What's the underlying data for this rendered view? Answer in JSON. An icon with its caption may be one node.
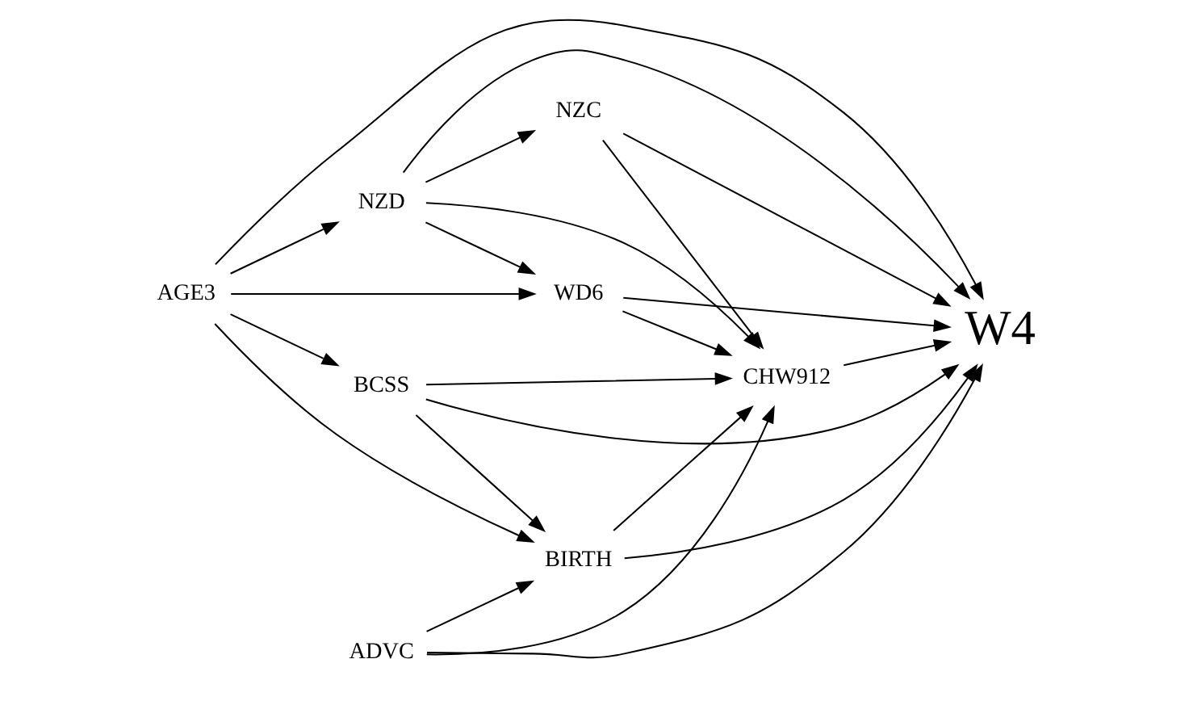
{
  "diagram": {
    "nodes": [
      {
        "text": [
          "NZC"
        ]
      },
      {
        "text": [
          "NZD"
        ]
      },
      {
        "text": [
          "CHW912"
        ]
      },
      {
        "text": [
          "ADVC"
        ]
      },
      {
        "text": [
          "W4"
        ]
      },
      {
        "text": [
          "WD6"
        ]
      },
      {
        "text": [
          "AGE3"
        ]
      },
      {
        "text": [
          "BCSS"
        ]
      },
      {
        "text": [
          "BIRTH"
        ]
      }
    ],
    "edges": [
      {
        "from": 1,
        "to": 0,
        "arrow": "to"
      },
      {
        "from": 0,
        "to": 2,
        "arrow": "to"
      },
      {
        "from": 0,
        "to": 4,
        "arrow": "to"
      },
      {
        "from": 1,
        "to": 2,
        "arrow": "to"
      },
      {
        "from": 1,
        "to": 5,
        "arrow": "to"
      },
      {
        "from": 1,
        "to": 4,
        "arrow": "to"
      },
      {
        "from": 6,
        "to": 1,
        "arrow": "to"
      },
      {
        "from": 6,
        "to": 5,
        "arrow": "to"
      },
      {
        "from": 6,
        "to": 4,
        "arrow": "to"
      },
      {
        "from": 6,
        "to": 7,
        "arrow": "to"
      },
      {
        "from": 6,
        "to": 8,
        "arrow": "to"
      },
      {
        "from": 3,
        "to": 2,
        "arrow": "to"
      },
      {
        "from": 3,
        "to": 4,
        "arrow": "to"
      },
      {
        "from": 3,
        "to": 8,
        "arrow": "to"
      },
      {
        "from": 5,
        "to": 2,
        "arrow": "to"
      },
      {
        "from": 5,
        "to": 4,
        "arrow": "to"
      },
      {
        "from": 7,
        "to": 2,
        "arrow": "to"
      },
      {
        "from": 7,
        "to": 4,
        "arrow": "to"
      },
      {
        "from": 7,
        "to": 8,
        "arrow": "to"
      },
      {
        "from": 8,
        "to": 2,
        "arrow": "to"
      },
      {
        "from": 8,
        "to": 4,
        "arrow": "to"
      },
      {
        "from": 2,
        "to": 4,
        "arrow": "to"
      }
    ]
  }
}
